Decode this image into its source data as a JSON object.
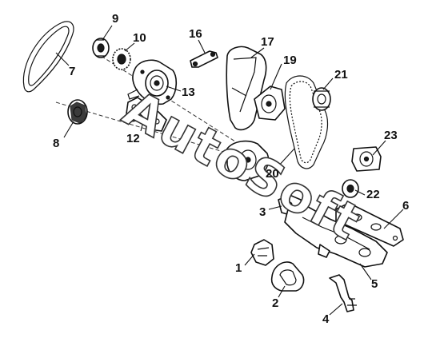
{
  "watermark": "AutoSoft",
  "callouts": [
    {
      "id": "1",
      "label": "1"
    },
    {
      "id": "2",
      "label": "2"
    },
    {
      "id": "3",
      "label": "3"
    },
    {
      "id": "4",
      "label": "4"
    },
    {
      "id": "5",
      "label": "5"
    },
    {
      "id": "6",
      "label": "6"
    },
    {
      "id": "7",
      "label": "7"
    },
    {
      "id": "8",
      "label": "8"
    },
    {
      "id": "9",
      "label": "9"
    },
    {
      "id": "10",
      "label": "10"
    },
    {
      "id": "12",
      "label": "12"
    },
    {
      "id": "13",
      "label": "13"
    },
    {
      "id": "16",
      "label": "16"
    },
    {
      "id": "17",
      "label": "17"
    },
    {
      "id": "19",
      "label": "19"
    },
    {
      "id": "20",
      "label": "20"
    },
    {
      "id": "21",
      "label": "21"
    },
    {
      "id": "22",
      "label": "22"
    },
    {
      "id": "23",
      "label": "23"
    }
  ]
}
